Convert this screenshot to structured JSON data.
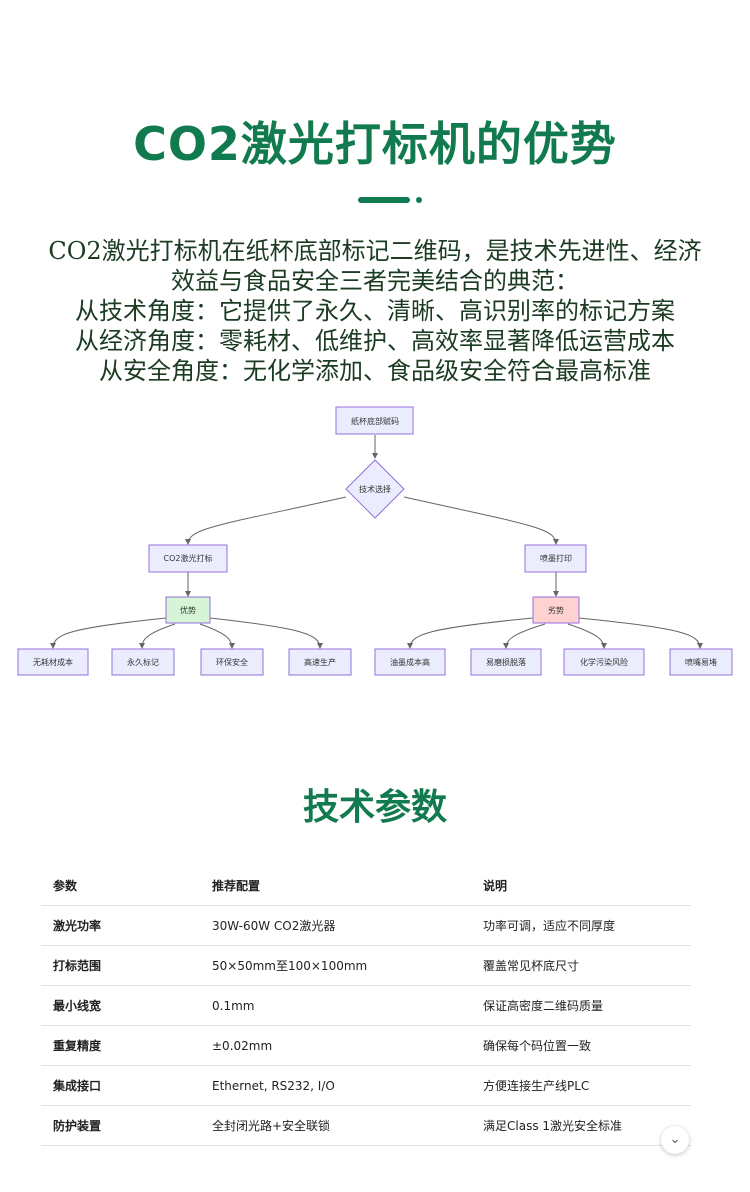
{
  "header": {
    "title": "CO2激光打标机的优势",
    "intro_lines": [
      "CO2激光打标机在纸杯底部标记二维码，是技术先进性、经济",
      "效益与食品安全三者完美结合的典范：",
      "从技术角度：它提供了永久、清晰、高识别率的标记方案",
      "从经济角度：零耗材、低维护、高效率显著降低运营成本",
      "从安全角度：无化学添加、食品级安全符合最高标准"
    ]
  },
  "flowchart": {
    "root": "纸杯底部赋码",
    "decision": "技术选择",
    "left": {
      "label": "CO2激光打标",
      "group": "优势",
      "items": [
        "无耗材成本",
        "永久标记",
        "环保安全",
        "高速生产"
      ]
    },
    "right": {
      "label": "喷墨打印",
      "group": "劣势",
      "items": [
        "油墨成本高",
        "易磨损脱落",
        "化学污染风险",
        "喷嘴易堵"
      ]
    },
    "colors": {
      "node_fill": "#ececff",
      "node_stroke": "#9370db",
      "good_fill": "#d6f5d6",
      "bad_fill": "#ffd2d2",
      "edge": "#666666"
    }
  },
  "specs": {
    "title": "技术参数",
    "headers": [
      "参数",
      "推荐配置",
      "说明"
    ],
    "rows": [
      [
        "激光功率",
        "30W-60W CO2激光器",
        "功率可调，适应不同厚度"
      ],
      [
        "打标范围",
        "50×50mm至100×100mm",
        "覆盖常见杯底尺寸"
      ],
      [
        "最小线宽",
        "0.1mm",
        "保证高密度二维码质量"
      ],
      [
        "重复精度",
        "±0.02mm",
        "确保每个码位置一致"
      ],
      [
        "集成接口",
        "Ethernet, RS232, I/O",
        "方便连接生产线PLC"
      ],
      [
        "防护装置",
        "全封闭光路+安全联锁",
        "满足Class 1激光安全标准"
      ]
    ]
  },
  "fab": {
    "icon": "chevron-down-icon",
    "glyph": "⌄"
  },
  "colors": {
    "accent": "#117a4e",
    "text": "#1b3b22"
  }
}
